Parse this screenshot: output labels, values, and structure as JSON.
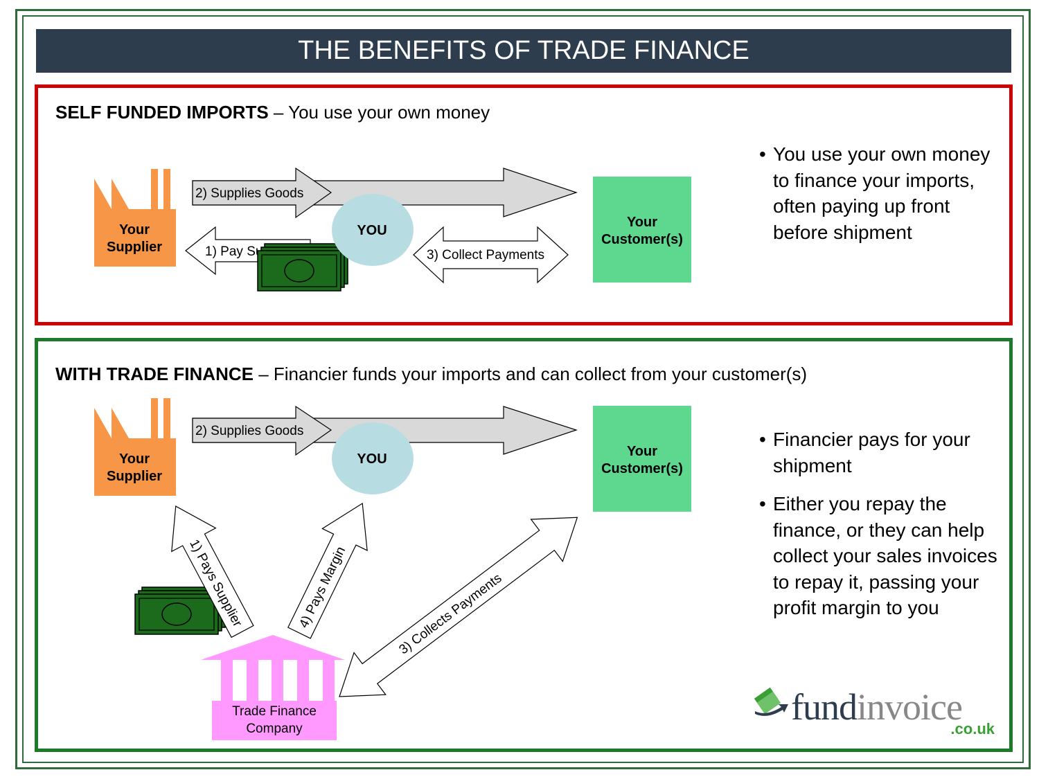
{
  "title": "THE BENEFITS OF TRADE FINANCE",
  "colors": {
    "title_bg": "#2d3d4d",
    "self_funded_border": "#cc0000",
    "trade_finance_border": "#1c7a2a",
    "supplier": "#f79646",
    "customer": "#5ed88e",
    "you": "#b7dde3",
    "money": "#1c6b1c",
    "bank": "#ff99ff",
    "arrow_fill": "#d9d9d9"
  },
  "self_funded": {
    "heading_bold": "SELF FUNDED IMPORTS",
    "heading_rest": " – You use your own money",
    "supplier_line1": "Your",
    "supplier_line2": "Supplier",
    "you_label": "YOU",
    "customer_line1": "Your",
    "customer_line2": "Customer(s)",
    "arrow_supplies": "2) Supplies Goods",
    "arrow_pay": "1) Pay Supplier",
    "arrow_collect": "3) Collect Payments",
    "bullets": [
      "You use your own money to finance your imports, often paying up front before shipment"
    ]
  },
  "trade_finance": {
    "heading_bold": "WITH TRADE FINANCE",
    "heading_rest": " – Financier funds your imports and can collect from your customer(s)",
    "supplier_line1": "Your",
    "supplier_line2": "Supplier",
    "you_label": "YOU",
    "customer_line1": "Your",
    "customer_line2": "Customer(s)",
    "arrow_supplies": "2) Supplies Goods",
    "arrow_pays_supplier": "1) Pays Supplier",
    "arrow_pays_margin": "4) Pays Margin",
    "arrow_collects": "3) Collects Payments",
    "bank_line1": "Trade Finance",
    "bank_line2": "Company",
    "bullets": [
      "Financier pays for your shipment",
      "Either you repay the finance, or they can help collect your sales invoices to repay it, passing your profit margin to you"
    ]
  },
  "logo": {
    "word1": "fund",
    "word2": "invoice",
    "tld": ".co.uk",
    "icon": "money-arrow-icon"
  }
}
